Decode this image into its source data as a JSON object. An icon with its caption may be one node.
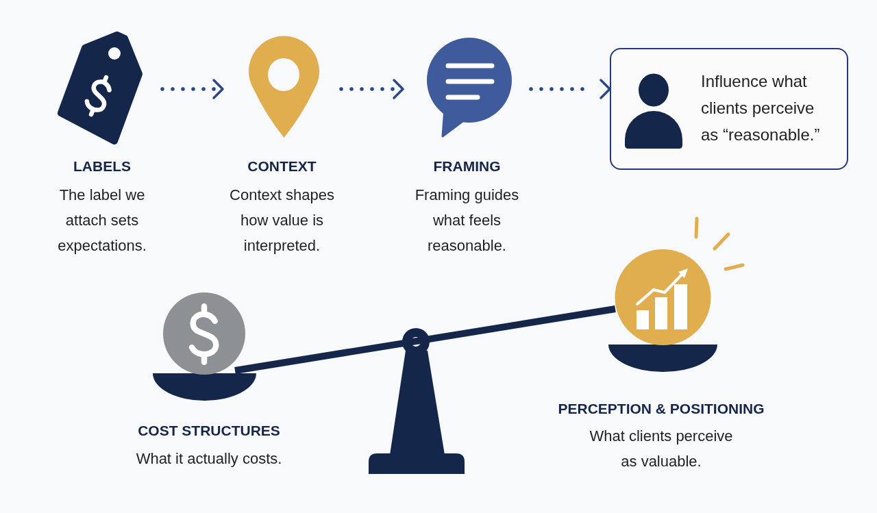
{
  "diagram": {
    "nodes": [
      {
        "text": [
          "LABELS",
          "The label we attach sets expectations."
        ]
      },
      {
        "text": [
          "CONTEXT",
          "Context shapes how value is interpreted."
        ]
      },
      {
        "text": [
          "FRAMING",
          "Framing guides what feels reasonable."
        ]
      },
      {
        "text": [
          "Influence what clients perceive as “reasonable.”"
        ]
      },
      {
        "text": [
          "COST STRUCTURES",
          "What it actually costs."
        ]
      },
      {
        "text": [
          "PERCEPTION & POSITIONING",
          "What clients perceive as valuable."
        ]
      }
    ],
    "edges": [
      {
        "from": 0,
        "to": 1,
        "arrow": "to",
        "style": "dashed"
      },
      {
        "from": 1,
        "to": 2,
        "arrow": "to",
        "style": "dashed"
      },
      {
        "from": 2,
        "to": 3,
        "arrow": "to",
        "style": "dashed"
      }
    ]
  }
}
